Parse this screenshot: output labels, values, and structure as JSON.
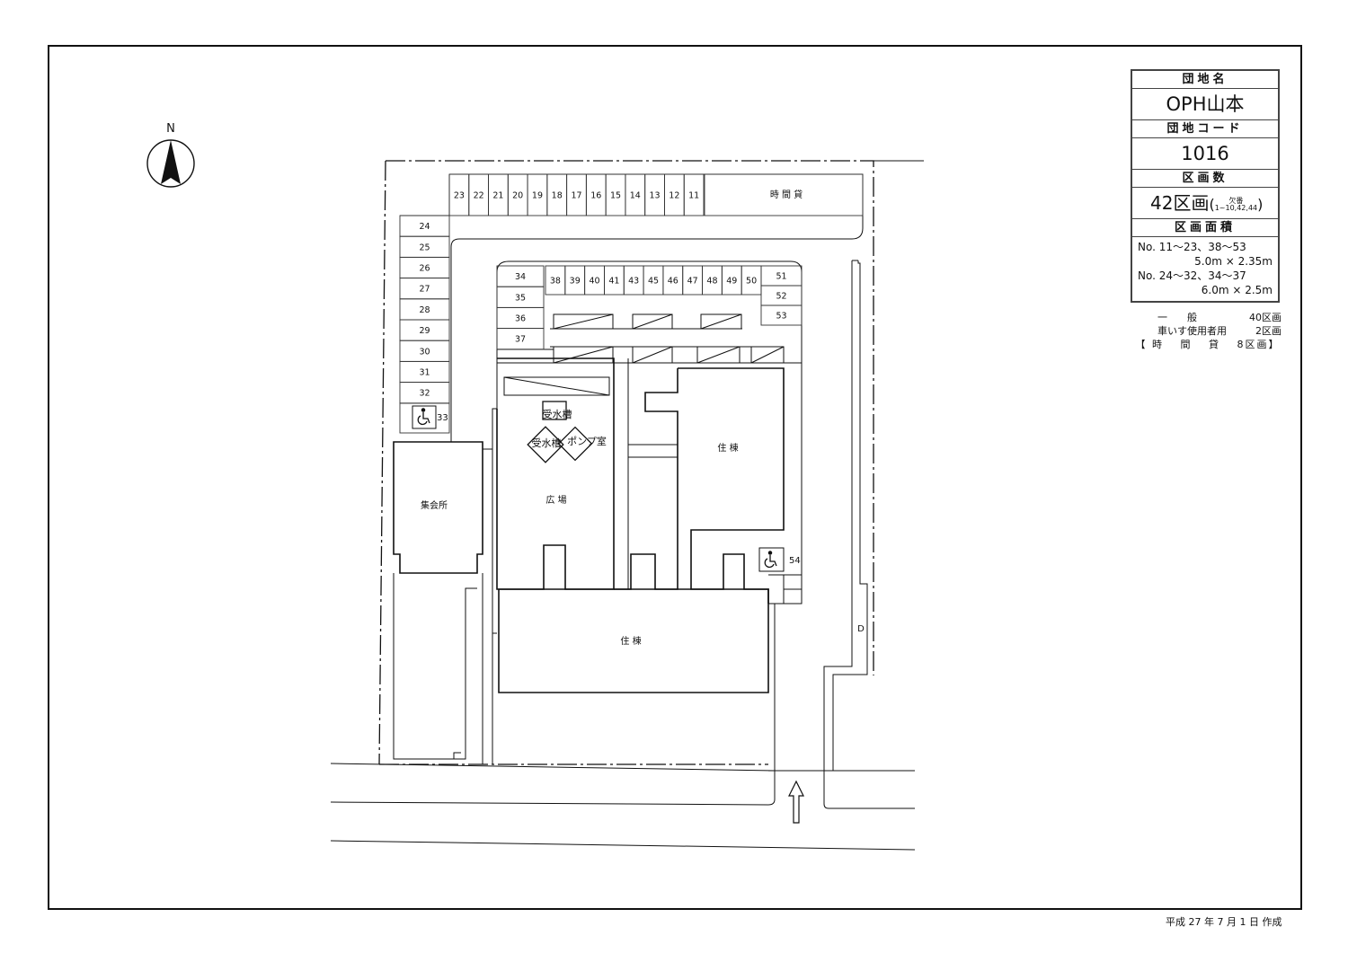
{
  "info": {
    "danchi_name_label": "団地名",
    "danchi_name": "OPH山本",
    "danchi_code_label": "団地コード",
    "danchi_code": "1016",
    "plot_count_label": "区画数",
    "plot_count": "42区画",
    "vacant_note_label": "欠番",
    "vacant_note_value": "1~10,42,44",
    "plot_area_label": "区画面積",
    "area_line1": "No.  11～23、38～53",
    "area_line2": "5.0m × 2.35m",
    "area_line3": "No. 24～32、34～37",
    "area_line4": "6.0m × 2.5m"
  },
  "tally": {
    "general_label": "一　　般",
    "general_count": "40区画",
    "wheelchair_label": "車いす使用者用",
    "wheelchair_count": "2区画",
    "hourly": "【 時　 間　 貸　 8区画】"
  },
  "created_date": "平成 27 年 7 月 1 日 作成",
  "compass_label": "N",
  "labels": {
    "hourly_rental": "時 間 貸",
    "water_tank_1": "受水槽",
    "water_tank_2": "受水槽",
    "pump_room": "ポンプ室",
    "plaza": "広 場",
    "meeting_hall": "集会所",
    "residence_1": "住 棟",
    "residence_2": "住 棟",
    "d_mark": "D"
  },
  "stalls": {
    "top_row": [
      "23",
      "22",
      "21",
      "20",
      "19",
      "18",
      "17",
      "16",
      "15",
      "14",
      "13",
      "12",
      "11"
    ],
    "left_column": [
      "24",
      "25",
      "26",
      "27",
      "28",
      "29",
      "30",
      "31",
      "32"
    ],
    "left_accessible": "33",
    "inner_left": [
      "34",
      "35",
      "36",
      "37"
    ],
    "inner_top": [
      "38",
      "39",
      "40",
      "41",
      "43",
      "45",
      "46",
      "47",
      "48",
      "49",
      "50"
    ],
    "inner_right": [
      "51",
      "52",
      "53"
    ],
    "right_accessible": "54"
  },
  "icons": [
    "north-arrow-icon",
    "wheelchair-icon",
    "entrance-arrow-icon"
  ]
}
